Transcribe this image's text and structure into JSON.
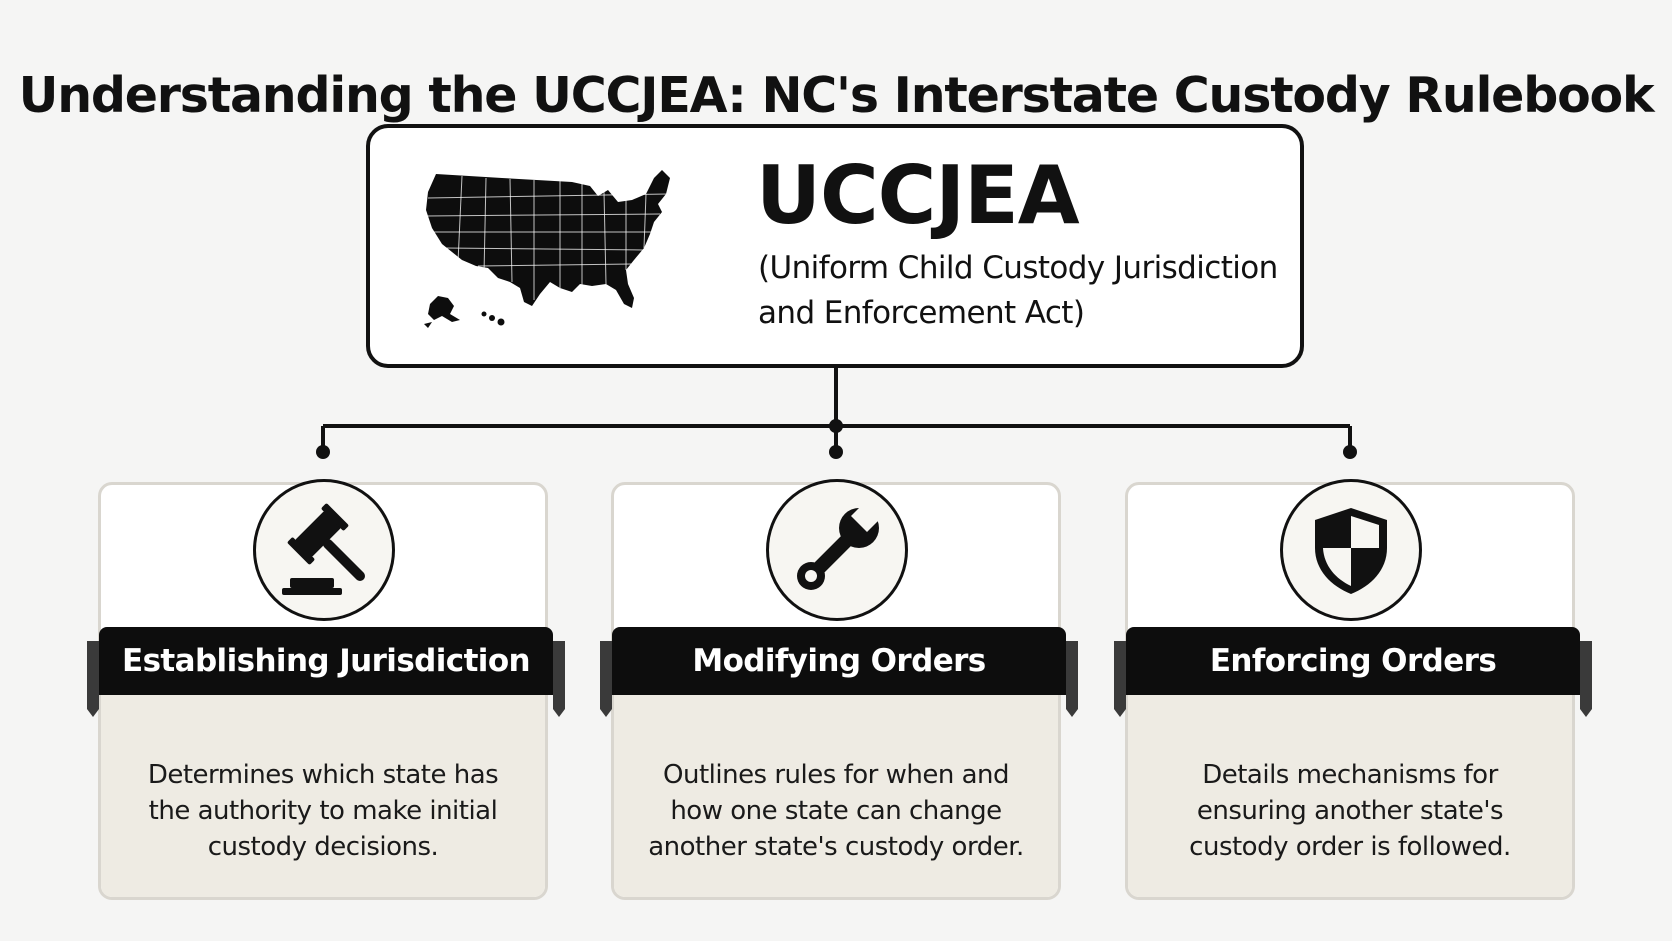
{
  "title": "Understanding the UCCJEA: NC's Interstate Custody Rulebook",
  "main": {
    "acronym": "UCCJEA",
    "fullname": "(Uniform Child Custody Jurisdiction and Enforcement Act)",
    "map_icon": "us-map-icon"
  },
  "cards": [
    {
      "title": "Establishing Jurisdiction",
      "description": "Determines which state has the authority to make initial custody decisions.",
      "icon": "gavel-icon"
    },
    {
      "title": "Modifying Orders",
      "description": "Outlines rules for when and how one state can change another state's custody order.",
      "icon": "wrench-icon"
    },
    {
      "title": "Enforcing Orders",
      "description": "Details mechanisms for ensuring another state's custody order is followed.",
      "icon": "shield-icon"
    }
  ],
  "colors": {
    "background": "#f5f5f4",
    "ink": "#111111",
    "ribbon": "#0d0d0d",
    "card_lower": "#eeebe3",
    "card_border": "#d9d6cf"
  }
}
